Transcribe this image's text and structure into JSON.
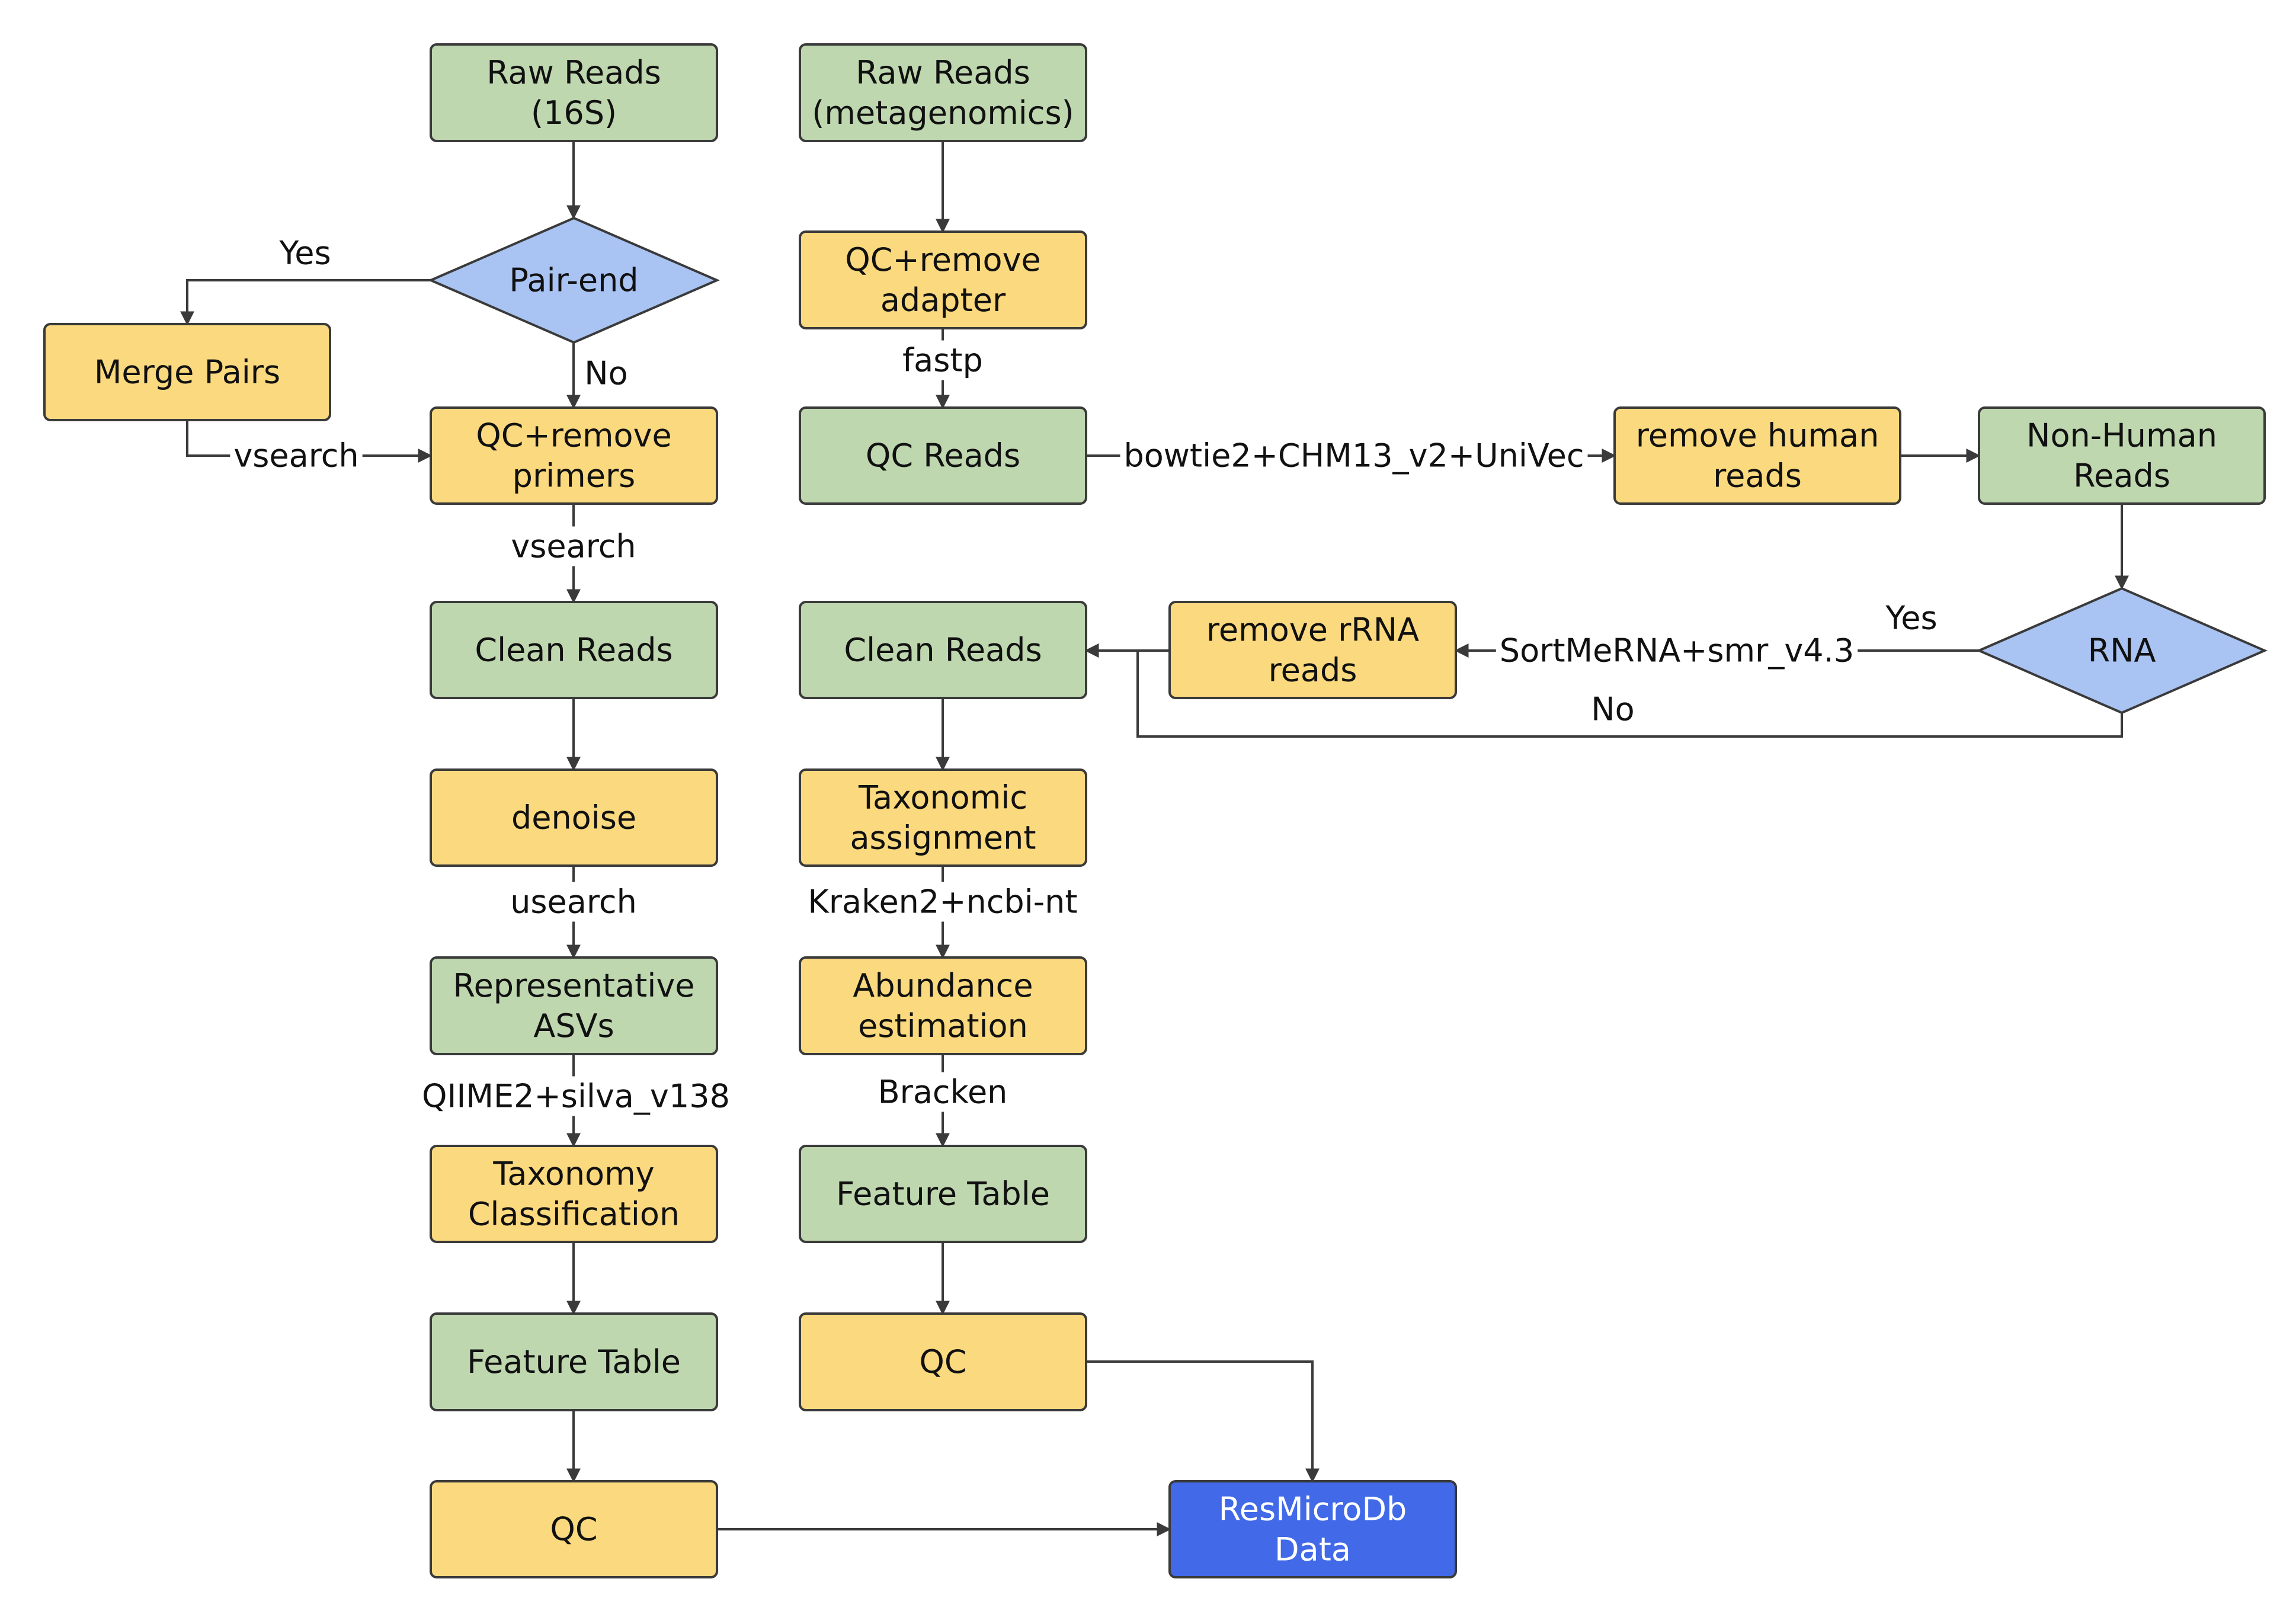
{
  "colors": {
    "green_fill": "#bed7af",
    "yellow_fill": "#fbd97e",
    "diamond_fill": "#a9c3f2",
    "db_fill": "#4169e8",
    "stroke": "#3a3a3a",
    "text": "#111111",
    "db_text": "#ffffff"
  },
  "nodes": {
    "raw_16s": {
      "lines": [
        "Raw Reads",
        "(16S)"
      ]
    },
    "pair_end": {
      "lines": [
        "Pair-end"
      ]
    },
    "merge_pairs": {
      "lines": [
        "Merge Pairs"
      ]
    },
    "qc_primers": {
      "lines": [
        "QC+remove",
        "primers"
      ]
    },
    "clean_reads_16s": {
      "lines": [
        "Clean Reads"
      ]
    },
    "denoise": {
      "lines": [
        "denoise"
      ]
    },
    "rep_asvs": {
      "lines": [
        "Representative",
        "ASVs"
      ]
    },
    "taxonomy_class": {
      "lines": [
        "Taxonomy",
        "Classification"
      ]
    },
    "feature_table_16s": {
      "lines": [
        "Feature Table"
      ]
    },
    "qc_16s": {
      "lines": [
        "QC"
      ]
    },
    "raw_meta": {
      "lines": [
        "Raw Reads",
        "(metagenomics)"
      ]
    },
    "qc_adapter": {
      "lines": [
        "QC+remove",
        "adapter"
      ]
    },
    "qc_reads": {
      "lines": [
        "QC Reads"
      ]
    },
    "remove_human": {
      "lines": [
        "remove human",
        "reads"
      ]
    },
    "non_human": {
      "lines": [
        "Non-Human",
        "Reads"
      ]
    },
    "rna": {
      "lines": [
        "RNA"
      ]
    },
    "remove_rrna": {
      "lines": [
        "remove rRNA",
        "reads"
      ]
    },
    "clean_reads_meta": {
      "lines": [
        "Clean Reads"
      ]
    },
    "tax_assign": {
      "lines": [
        "Taxonomic",
        "assignment"
      ]
    },
    "abundance": {
      "lines": [
        "Abundance",
        "estimation"
      ]
    },
    "feature_table_meta": {
      "lines": [
        "Feature Table"
      ]
    },
    "qc_meta": {
      "lines": [
        "QC"
      ]
    },
    "resmicrodb": {
      "lines": [
        "ResMicroDb",
        "Data"
      ]
    }
  },
  "edge_labels": {
    "yes_pair": "Yes",
    "no_pair": "No",
    "vsearch_merge": "vsearch",
    "vsearch_clean": "vsearch",
    "usearch": "usearch",
    "qiime2": "QIIME2+silva_v138",
    "fastp": "fastp",
    "bowtie2": "bowtie2+CHM13_v2+UniVec",
    "yes_rna": "Yes",
    "no_rna": "No",
    "sortmerna": "SortMeRNA+smr_v4.3",
    "kraken2": "Kraken2+ncbi-nt",
    "bracken": "Bracken"
  }
}
